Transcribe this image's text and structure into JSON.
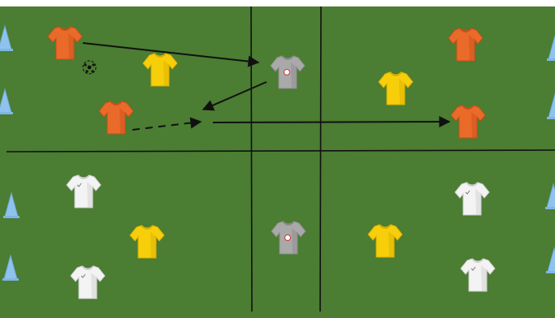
{
  "diagram": {
    "pitch_color": "#4b7d32",
    "line_color": "#111111",
    "kit_colors": {
      "orange": "#ea6a2a",
      "orange_shade": "#c9501a",
      "yellow": "#f6cf0a",
      "yellow_shade": "#d9ad00",
      "white": "#f3f3f3",
      "white_shade": "#cfcfcf",
      "grey": "#a9a9a9",
      "grey_shade": "#8a8a8a"
    },
    "cone_color": "#8fc3ee",
    "icons": {
      "player": "jersey-icon",
      "ball": "soccer-ball-icon",
      "cone": "training-cone-icon"
    },
    "zones": [
      "top-left",
      "top-right",
      "bottom-left",
      "bottom-right",
      "central-channel"
    ],
    "pass_types": [
      "pass",
      "run"
    ]
  }
}
